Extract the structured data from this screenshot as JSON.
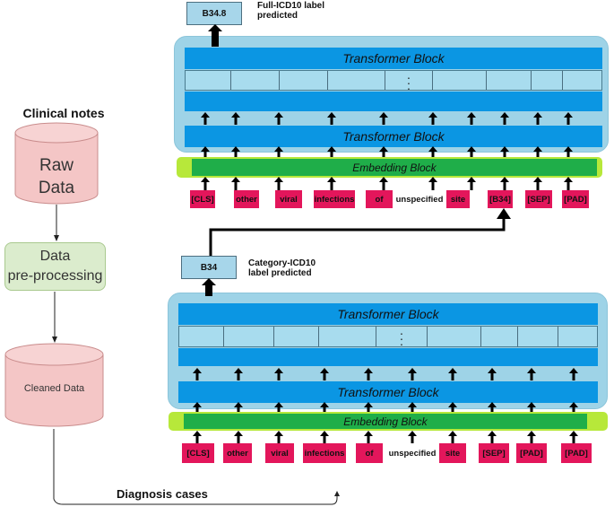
{
  "left": {
    "title": "Clinical notes",
    "raw_data_line1": "Raw",
    "raw_data_line2": "Data",
    "prep_line1": "Data",
    "prep_line2": "pre-processing",
    "cleaned": "Cleaned Data",
    "diagnosis": "Diagnosis cases"
  },
  "top_model": {
    "pred_label": "B34.8",
    "pred_text_line1": "Full-ICD10 label",
    "pred_text_line2": "predicted",
    "transformer_top": "Transformer Block",
    "transformer_bottom": "Transformer Block",
    "embedding": "Embedding Block",
    "tokens": [
      "[CLS]",
      "other",
      "viral",
      "infections",
      "of",
      "unspecified",
      "site",
      "[B34]",
      "[SEP]",
      "[PAD]"
    ]
  },
  "bottom_model": {
    "pred_label": "B34",
    "pred_text_line1": "Category-ICD10",
    "pred_text_line2": "label predicted",
    "transformer_top": "Transformer Block",
    "transformer_bottom": "Transformer Block",
    "embedding": "Embedding Block",
    "tokens": [
      "[CLS]",
      "other",
      "viral",
      "infections",
      "of",
      "unspecified",
      "site",
      "[SEP]",
      "[PAD]",
      "[PAD]"
    ]
  },
  "colors": {
    "panel": "#9ed3e7",
    "transformer": "#0b96e3",
    "embedding": "#1fae49",
    "embedding_rim": "#b7e83a",
    "token": "#e3165b",
    "cylinder": "#f4c6c6",
    "preprocess": "#dbeccd"
  }
}
